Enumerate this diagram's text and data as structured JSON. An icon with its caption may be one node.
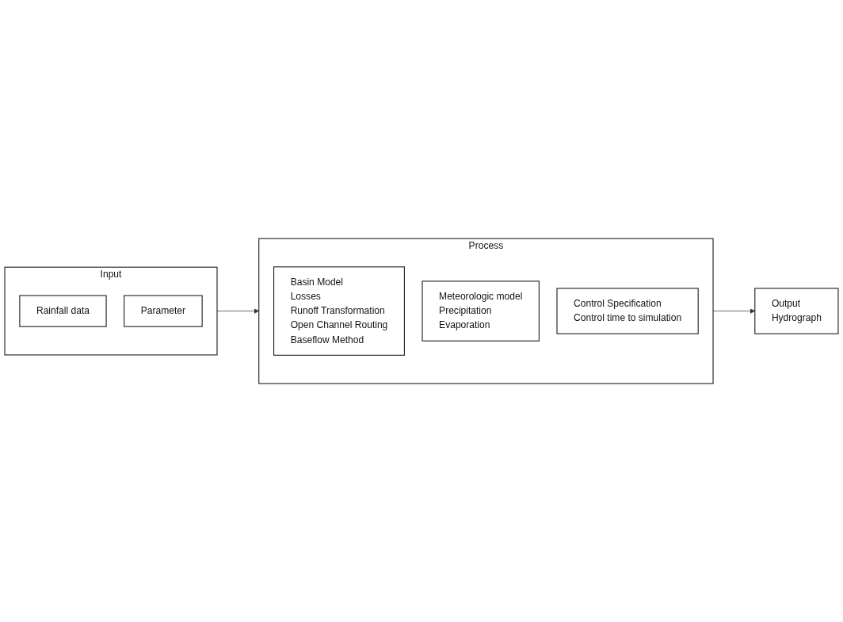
{
  "diagram": {
    "nodes": [
      {
        "text": [
          "Input"
        ]
      },
      {
        "text": [
          "Rainfall data"
        ],
        "in": 0
      },
      {
        "text": [
          "Parameter"
        ],
        "in": 0
      },
      {
        "text": [
          "Process"
        ]
      },
      {
        "text": [
          "Basin Model",
          "Losses",
          "Runoff Transformation",
          "Open Channel Routing",
          "Baseflow Method"
        ],
        "in": 3
      },
      {
        "text": [
          "Meteorologic model",
          "Precipitation",
          "Evaporation"
        ],
        "in": 3
      },
      {
        "text": [
          "Control Specification",
          "Control time to simulation"
        ],
        "in": 3
      },
      {
        "text": [
          "Output",
          "Hydrograph"
        ]
      }
    ],
    "edges": [
      {
        "from": 0,
        "to": 3,
        "arrow": "to"
      },
      {
        "from": 3,
        "to": 7,
        "arrow": "to"
      }
    ]
  }
}
